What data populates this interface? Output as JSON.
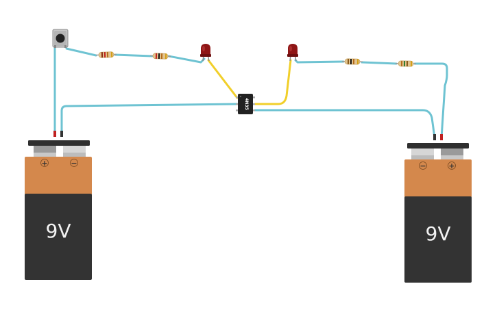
{
  "colors": {
    "background": "#ffffff",
    "wire_blue": "#6ec3d2",
    "wire_yellow": "#f1cf2a",
    "battery_top": "#d4884c",
    "battery_body": "#333333",
    "led_red": "#8e1515",
    "resistor_body": "#e2c48f",
    "ic_body": "#222222"
  },
  "components": {
    "pushbutton": {
      "name": "pushbutton"
    },
    "resistors": [
      {
        "bands": [
          "#8a2b12",
          "#c02020",
          "#b46a1a",
          "#d4a017"
        ]
      },
      {
        "bands": [
          "#c02020",
          "#111111",
          "#b46a1a",
          "#d4a017"
        ]
      },
      {
        "bands": [
          "#8a5a1a",
          "#111111",
          "#b46a1a",
          "#d4a017"
        ]
      },
      {
        "bands": [
          "#b46a1a",
          "#2e7d32",
          "#8a5a1a",
          "#d4a017"
        ]
      }
    ],
    "leds": [
      {
        "color": "#8e1515"
      },
      {
        "color": "#8e1515"
      }
    ],
    "optocoupler": {
      "label": "4N35"
    },
    "batteries": [
      {
        "label": "9V",
        "left_terminal": "+",
        "right_terminal": "−"
      },
      {
        "label": "9V",
        "left_terminal": "−",
        "right_terminal": "+"
      }
    ]
  }
}
